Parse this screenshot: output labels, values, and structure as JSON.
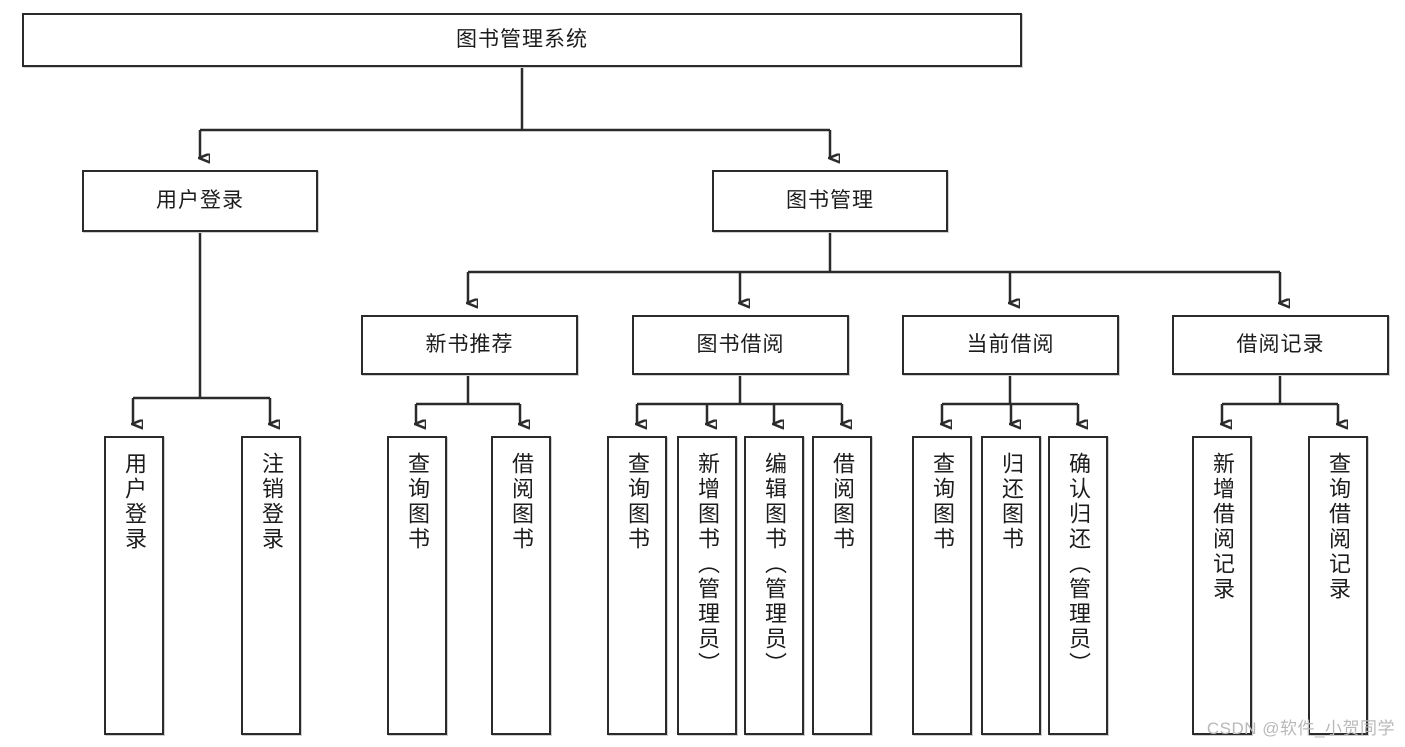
{
  "diagram": {
    "type": "hierarchy-tree",
    "title": "图书管理系统",
    "root": {
      "label": "图书管理系统"
    },
    "level2": [
      {
        "label": "用户登录"
      },
      {
        "label": "图书管理"
      }
    ],
    "level3": [
      {
        "label": "新书推荐"
      },
      {
        "label": "图书借阅"
      },
      {
        "label": "当前借阅"
      },
      {
        "label": "借阅记录"
      }
    ],
    "leaves": {
      "user_login": [
        {
          "label": "用户登录"
        },
        {
          "label": "注销登录"
        }
      ],
      "new_book_recommend": [
        {
          "label": "查询图书"
        },
        {
          "label": "借阅图书"
        }
      ],
      "book_borrow": [
        {
          "label": "查询图书"
        },
        {
          "label": "新增图书（管理员）"
        },
        {
          "label": "编辑图书（管理员）"
        },
        {
          "label": "借阅图书"
        }
      ],
      "current_borrow": [
        {
          "label": "查询图书"
        },
        {
          "label": "归还图书"
        },
        {
          "label": "确认归还（管理员）"
        }
      ],
      "borrow_record": [
        {
          "label": "新增借阅记录"
        },
        {
          "label": "查询借阅记录"
        }
      ]
    }
  },
  "watermark": {
    "text": "CSDN @软件_小贺同学"
  },
  "colors": {
    "box_border": "#2b2b2b",
    "box_fill": "#ffffff",
    "text": "#1c1c1c",
    "connector": "#2b2b2b",
    "watermark": "#b9b9b9"
  }
}
